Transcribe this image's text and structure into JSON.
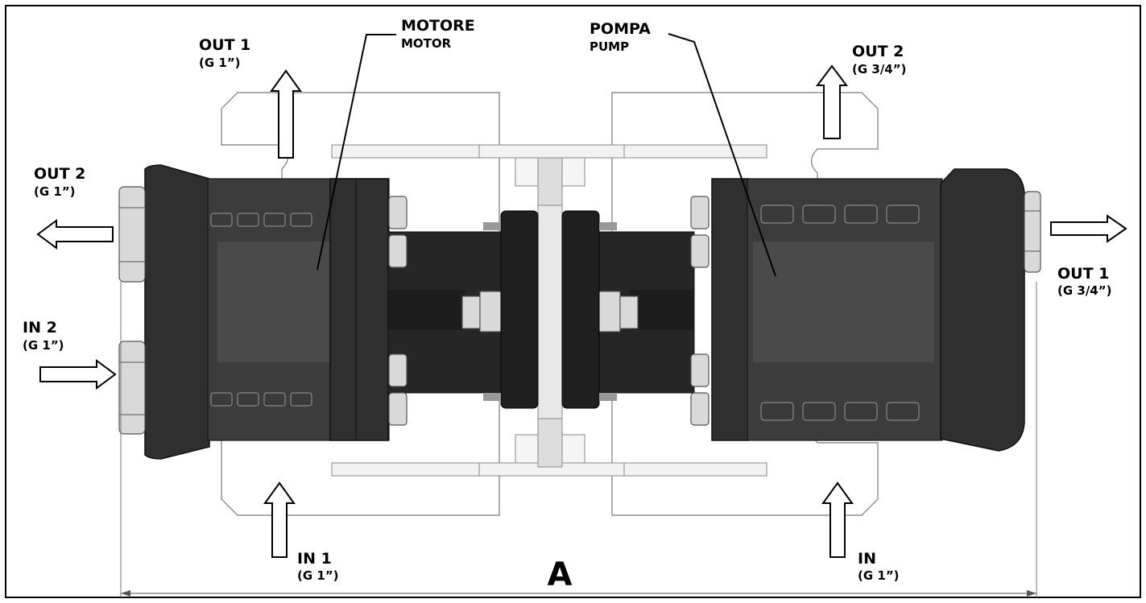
{
  "labels": {
    "motore": "MOTORE",
    "motor": "MOTOR",
    "pompa": "POMPA",
    "pump": "PUMP",
    "out1_left": "OUT 1",
    "out1_left_size": "(G 1”)",
    "out2_left": "OUT 2",
    "out2_left_size": "(G 1”)",
    "in2": "IN 2",
    "in2_size": "(G 1”)",
    "in1": "IN 1",
    "in1_size": "(G 1”)",
    "out2_right": "OUT 2",
    "out2_right_size": "(G 3/4”)",
    "out1_right": "OUT 1",
    "out1_right_size": "(G 3/4”)",
    "in_right": "IN",
    "in_right_size": "(G 1”)",
    "dimension": "A"
  },
  "colors": {
    "body": "#2f2f2f",
    "frame": "#000000",
    "background": "#ffffff"
  }
}
